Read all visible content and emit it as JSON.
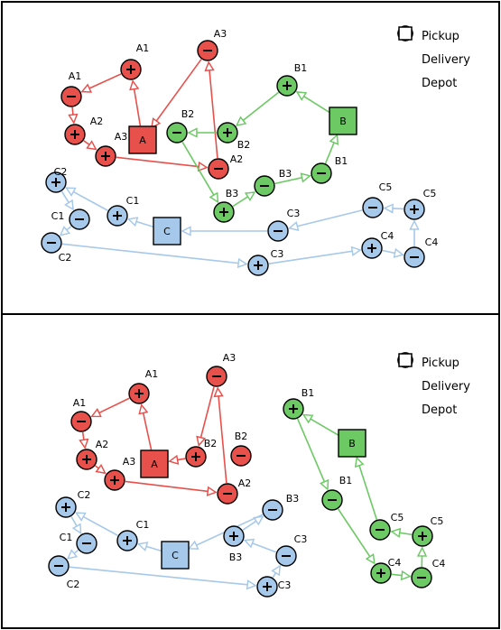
{
  "legend": {
    "pickup": "Pickup",
    "delivery": "Delivery",
    "depot": "Depot",
    "pickup_icon": "plus-circle-icon",
    "delivery_icon": "minus-circle-icon",
    "depot_icon": "square-icon"
  },
  "colors": {
    "A": {
      "fill": "#e8504c",
      "edge": "#e8504c"
    },
    "B": {
      "fill": "#6cc964",
      "edge": "#6cc964"
    },
    "C": {
      "fill": "#a6c8ea",
      "edge": "#a6c8ea"
    }
  },
  "panels": [
    {
      "depots": [
        {
          "id": "A",
          "label": "A"
        },
        {
          "id": "B",
          "label": "B"
        },
        {
          "id": "C",
          "label": "C"
        }
      ],
      "nodes": [
        {
          "route": "A",
          "kind": "pickup",
          "label": "A1"
        },
        {
          "route": "A",
          "kind": "delivery",
          "label": "A1"
        },
        {
          "route": "A",
          "kind": "pickup",
          "label": "A2"
        },
        {
          "route": "A",
          "kind": "pickup",
          "label": "A3"
        },
        {
          "route": "A",
          "kind": "delivery",
          "label": "A2"
        },
        {
          "route": "A",
          "kind": "delivery",
          "label": "A3"
        },
        {
          "route": "B",
          "kind": "pickup",
          "label": "B1"
        },
        {
          "route": "B",
          "kind": "pickup",
          "label": "B2"
        },
        {
          "route": "B",
          "kind": "delivery",
          "label": "B2"
        },
        {
          "route": "B",
          "kind": "pickup",
          "label": "B3"
        },
        {
          "route": "B",
          "kind": "delivery",
          "label": "B3"
        },
        {
          "route": "B",
          "kind": "delivery",
          "label": "B1"
        },
        {
          "route": "C",
          "kind": "pickup",
          "label": "C1"
        },
        {
          "route": "C",
          "kind": "pickup",
          "label": "C2"
        },
        {
          "route": "C",
          "kind": "delivery",
          "label": "C1"
        },
        {
          "route": "C",
          "kind": "delivery",
          "label": "C2"
        },
        {
          "route": "C",
          "kind": "pickup",
          "label": "C3"
        },
        {
          "route": "C",
          "kind": "pickup",
          "label": "C4"
        },
        {
          "route": "C",
          "kind": "delivery",
          "label": "C4"
        },
        {
          "route": "C",
          "kind": "pickup",
          "label": "C5"
        },
        {
          "route": "C",
          "kind": "delivery",
          "label": "C5"
        },
        {
          "route": "C",
          "kind": "delivery",
          "label": "C3"
        }
      ]
    },
    {
      "depots": [
        {
          "id": "A",
          "label": "A"
        },
        {
          "id": "B",
          "label": "B"
        },
        {
          "id": "C",
          "label": "C"
        }
      ],
      "nodes": [
        {
          "route": "A",
          "kind": "pickup",
          "label": "A1"
        },
        {
          "route": "A",
          "kind": "delivery",
          "label": "A1"
        },
        {
          "route": "A",
          "kind": "pickup",
          "label": "A2"
        },
        {
          "route": "A",
          "kind": "pickup",
          "label": "A3"
        },
        {
          "route": "A",
          "kind": "delivery",
          "label": "A2"
        },
        {
          "route": "A",
          "kind": "pickup",
          "label": "B2"
        },
        {
          "route": "A",
          "kind": "delivery",
          "label": "A3"
        },
        {
          "route": "A",
          "kind": "delivery",
          "label": "B2"
        },
        {
          "route": "B",
          "kind": "pickup",
          "label": "B1"
        },
        {
          "route": "B",
          "kind": "delivery",
          "label": "B1"
        },
        {
          "route": "B",
          "kind": "pickup",
          "label": "C4"
        },
        {
          "route": "B",
          "kind": "delivery",
          "label": "C4"
        },
        {
          "route": "B",
          "kind": "pickup",
          "label": "C5"
        },
        {
          "route": "B",
          "kind": "delivery",
          "label": "C5"
        },
        {
          "route": "C",
          "kind": "pickup",
          "label": "C1"
        },
        {
          "route": "C",
          "kind": "pickup",
          "label": "C2"
        },
        {
          "route": "C",
          "kind": "delivery",
          "label": "C1"
        },
        {
          "route": "C",
          "kind": "delivery",
          "label": "C2"
        },
        {
          "route": "C",
          "kind": "pickup",
          "label": "C3"
        },
        {
          "route": "C",
          "kind": "delivery",
          "label": "C3"
        },
        {
          "route": "C",
          "kind": "pickup",
          "label": "B3"
        },
        {
          "route": "C",
          "kind": "delivery",
          "label": "B3"
        }
      ]
    }
  ]
}
